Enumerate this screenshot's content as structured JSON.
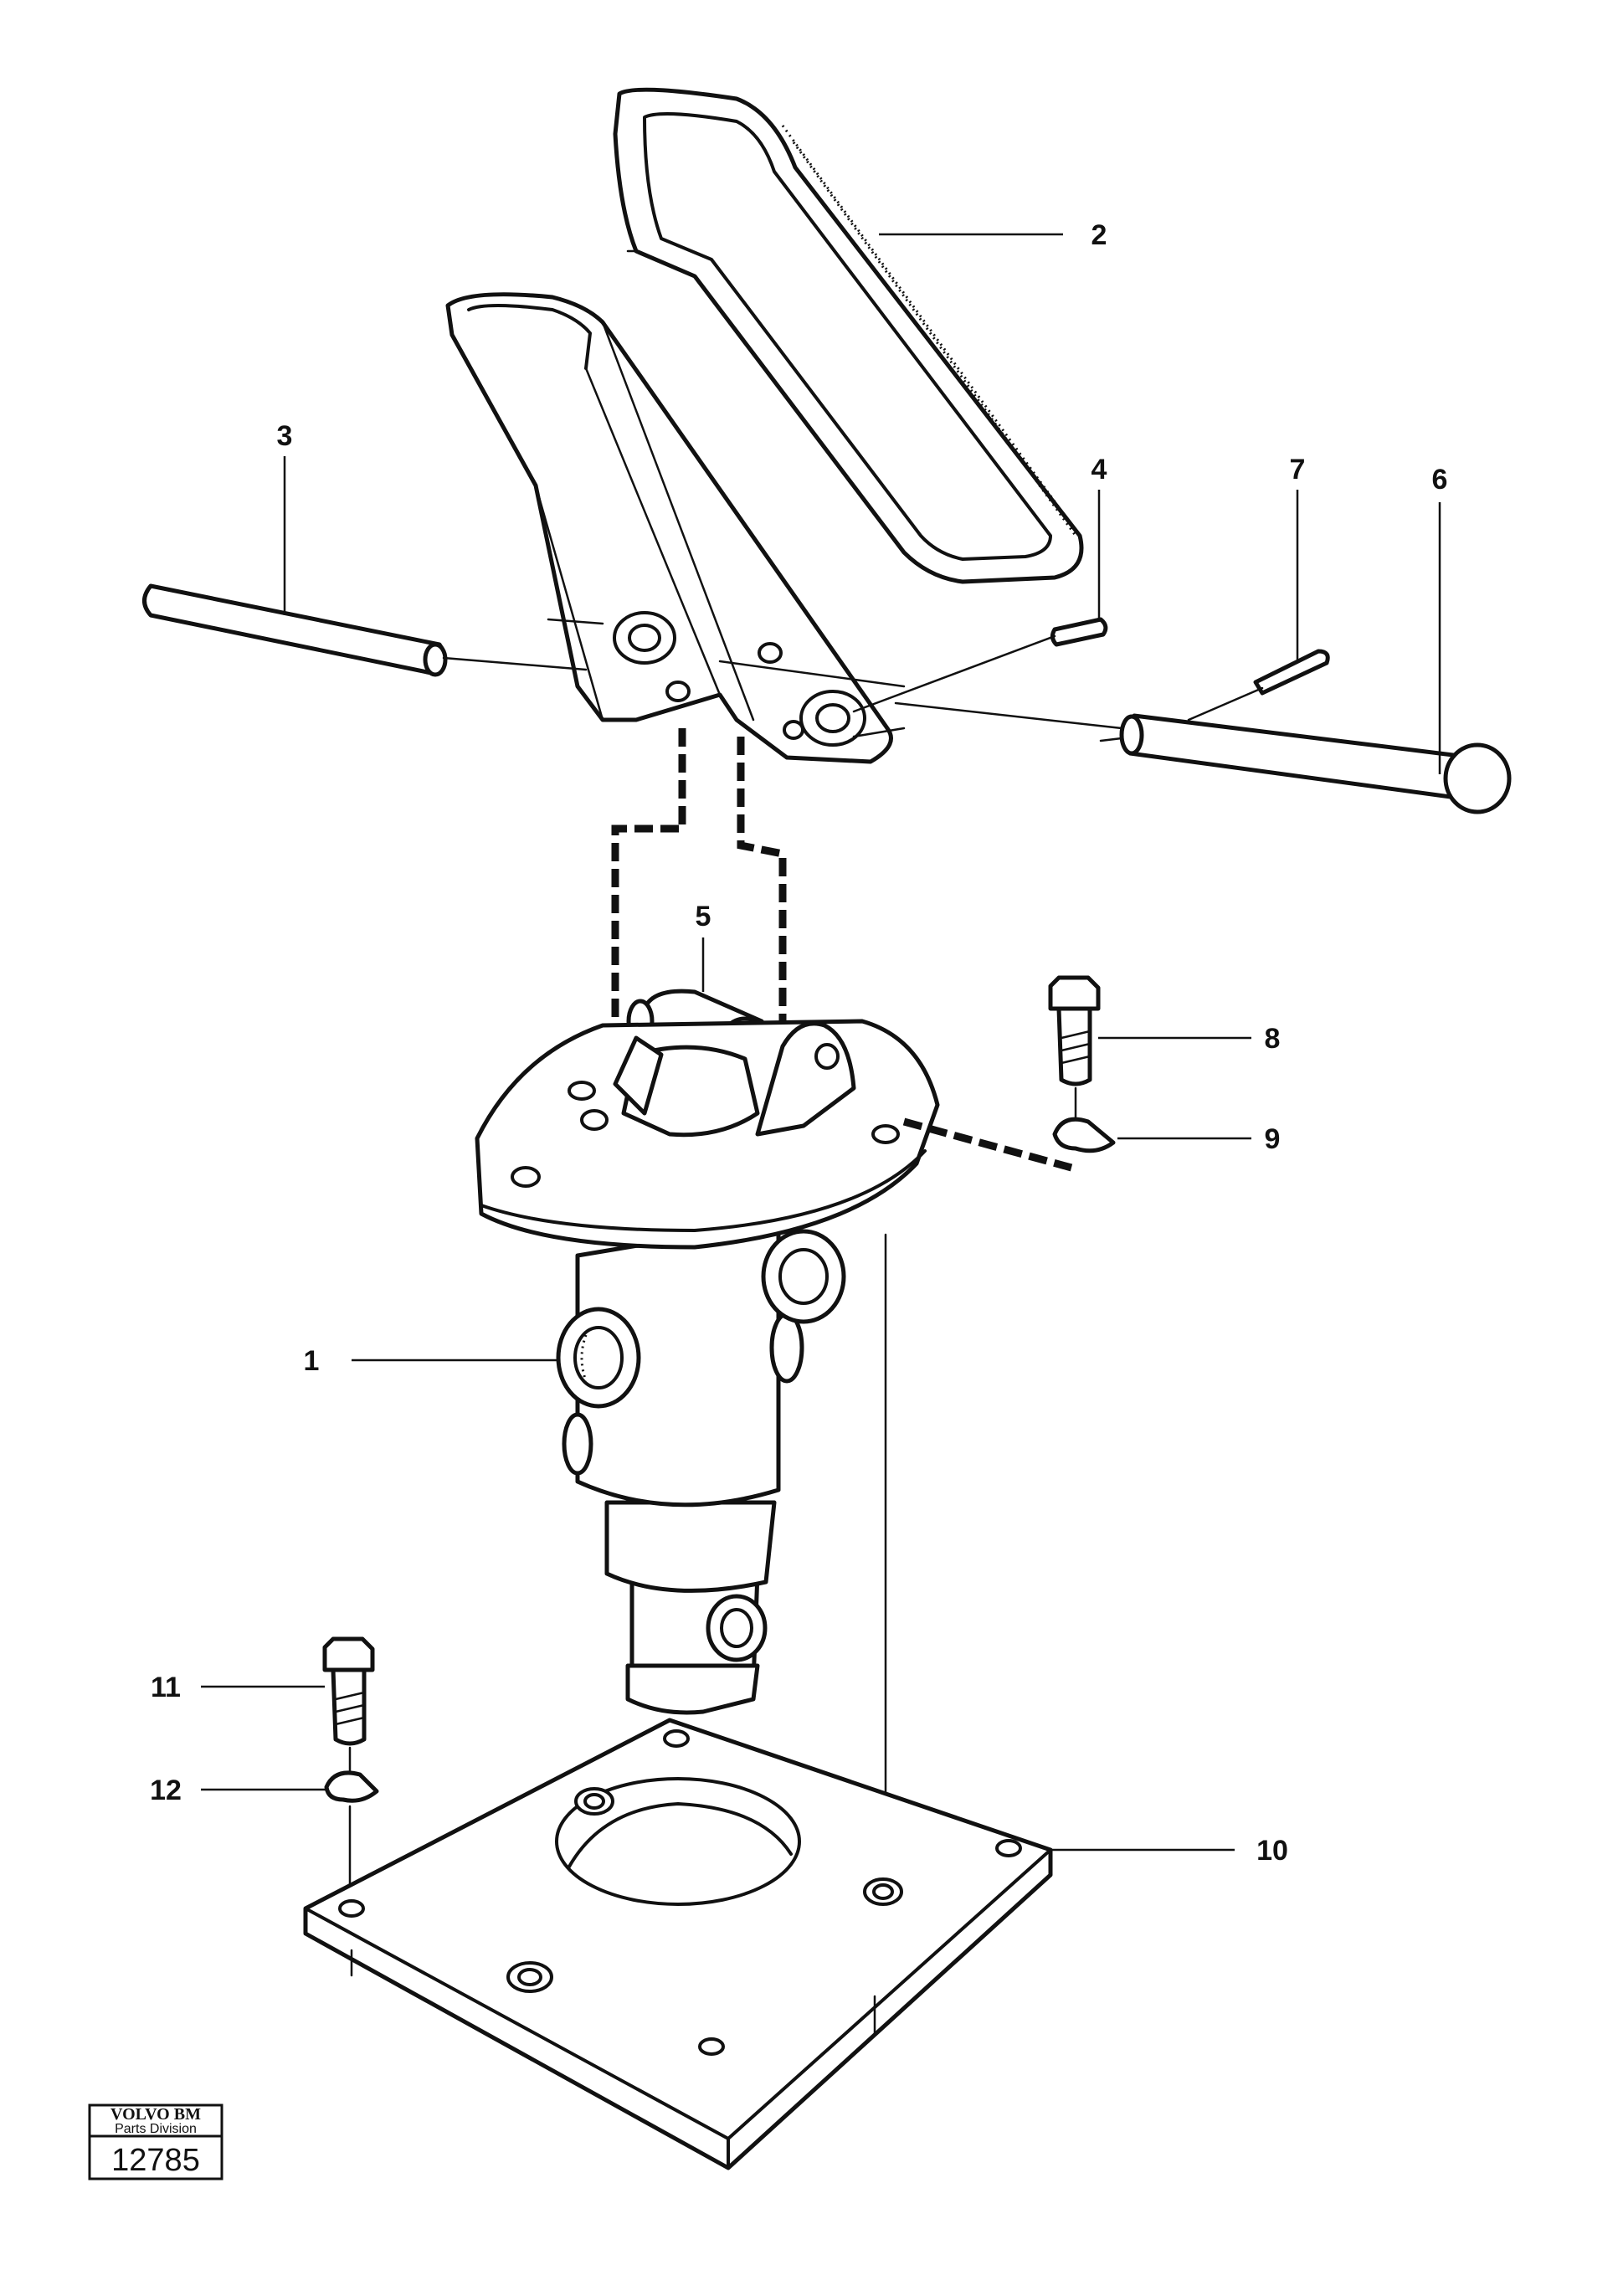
{
  "callouts": [
    {
      "number": "1"
    },
    {
      "number": "2"
    },
    {
      "number": "3"
    },
    {
      "number": "4"
    },
    {
      "number": "5"
    },
    {
      "number": "6"
    },
    {
      "number": "7"
    },
    {
      "number": "8"
    },
    {
      "number": "9"
    },
    {
      "number": "10"
    },
    {
      "number": "11"
    },
    {
      "number": "12"
    }
  ],
  "stamp": {
    "brand": "VOLVO BM",
    "division": "Parts Division",
    "drawing_number": "12785"
  }
}
